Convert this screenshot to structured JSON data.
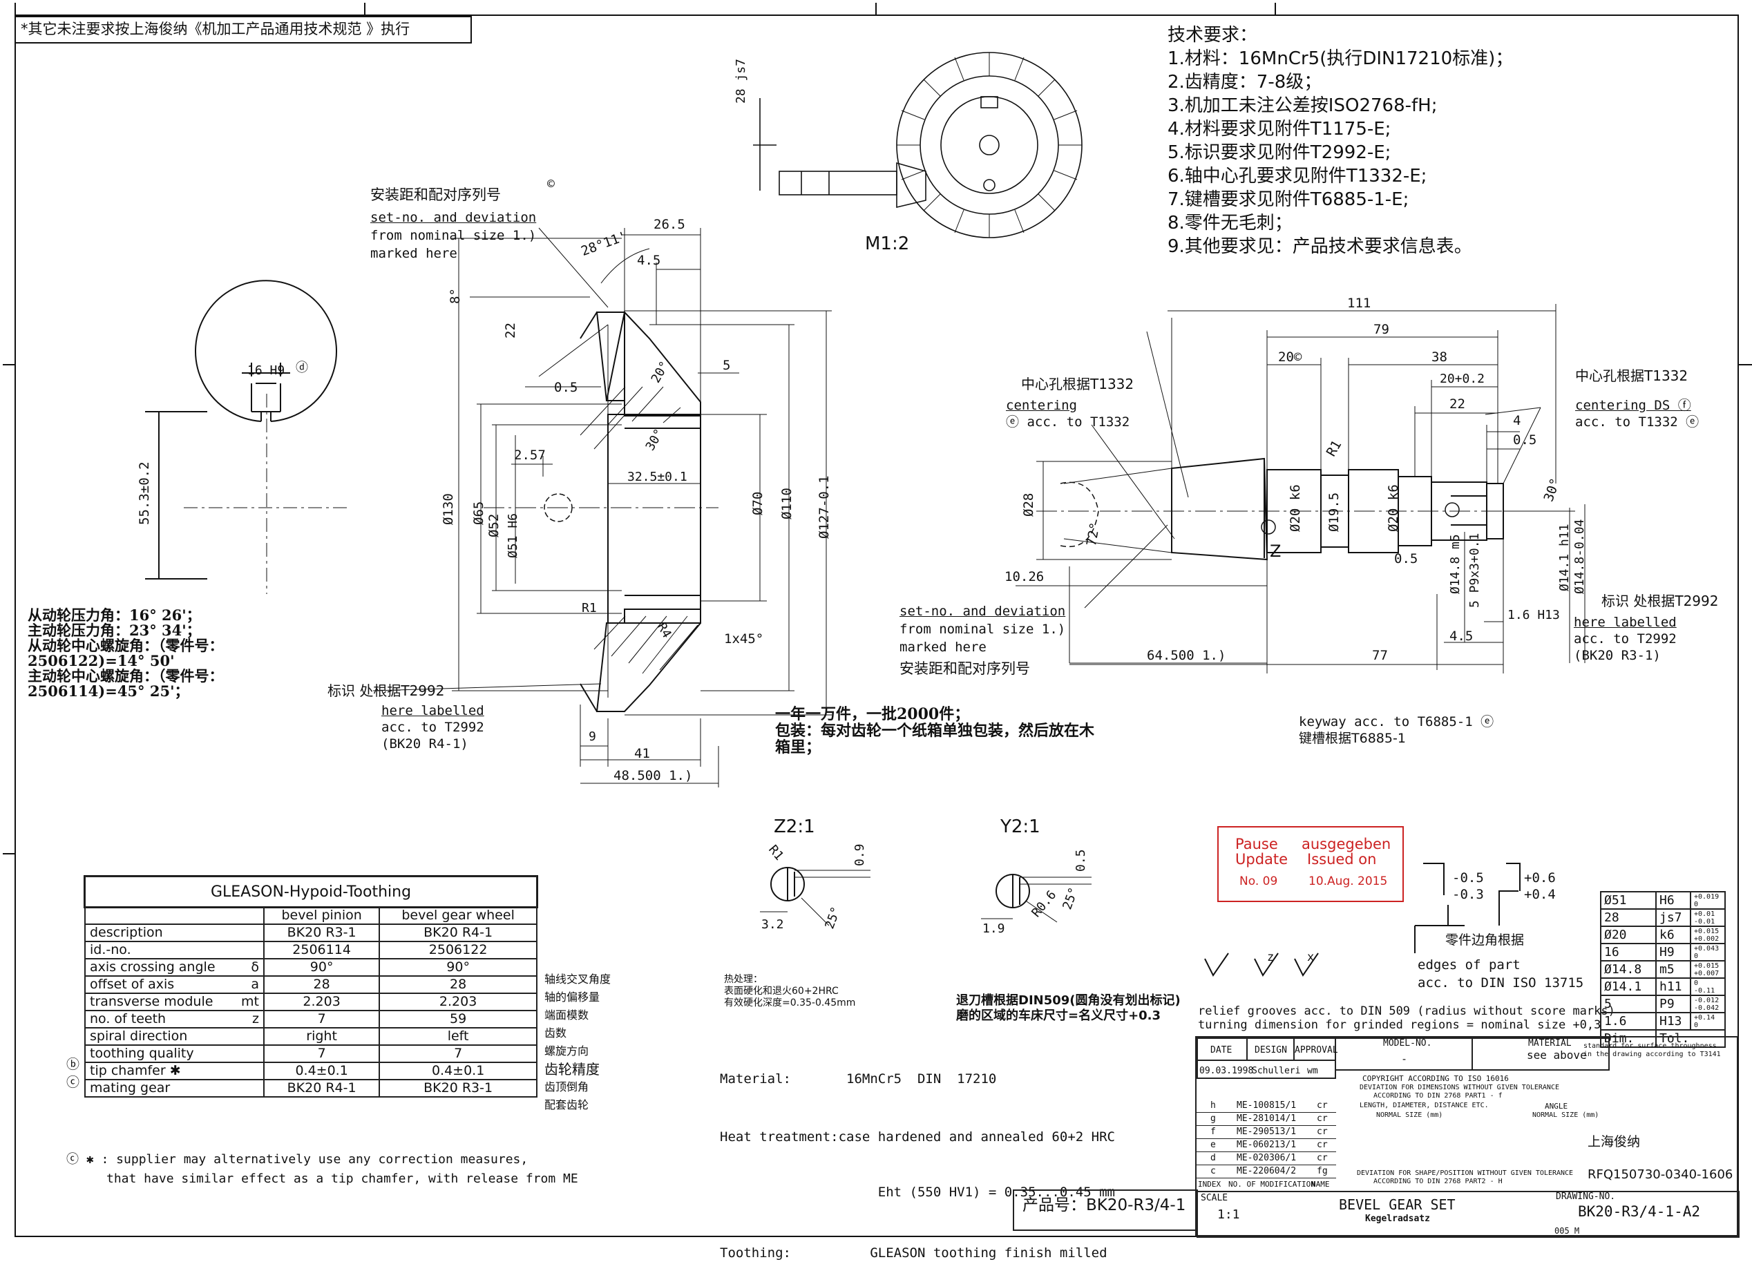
{
  "header_note": "*其它未注要求按上海俊纳《机加工产品通用技术规范 》执行",
  "tech_requirements": {
    "title": "技术要求：",
    "items": [
      "1.材料：16MnCr5(执行DIN17210标准)；",
      "2.齿精度：7-8级；",
      "3.机加工未注公差按ISO2768-fH;",
      "4.材料要求见附件T1175-E;",
      "5.标识要求见附件T2992-E;",
      "6.轴中心孔要求见附件T1332-E;",
      "7.键槽要求见附件T6885-1-E;",
      "8.零件无毛刺；",
      "9.其他要求见：产品技术要求信息表。"
    ]
  },
  "scale_top": "M1:2",
  "dim_28js7": "28 js7",
  "gear_view": {
    "mount_label_cn": "安装距和配对序列号",
    "mount_label_1": "set-no. and deviation",
    "mount_label_2": "from nominal size 1.)",
    "mount_label_3": "marked here",
    "c_mark": "©",
    "mark_label_cn": "标识 处根据T2992",
    "mark_l1": "here labelled",
    "mark_l2": "acc. to T2992",
    "mark_l3": "(BK20 R4-1)",
    "dims": [
      "26.5",
      "4.5",
      "28°11'",
      "8°",
      "22",
      "20°",
      "5",
      "0.5",
      "30°",
      "2.57",
      "32.5±0.1",
      "Ø130",
      "Ø65",
      "Ø52",
      "Ø51 H6",
      "Ø70",
      "Ø110",
      "Ø127-0.1",
      "R1",
      "R4",
      "1x45°",
      "9",
      "41",
      "48.500 1.)"
    ]
  },
  "keyway_view": {
    "dim_width": "16 H9",
    "dim_height": "55.3±0.2",
    "d_mark": "ⓓ"
  },
  "angles_note": [
    "从动轮压力角：16° 26'；",
    "主动轮压力角：23° 34'；",
    "从动轮中心螺旋角：（零件号：",
    "2506122)=14° 50'",
    "主动轮中心螺旋角：（零件号：",
    "2506114)=45° 25'；"
  ],
  "shaft_view": {
    "center_left_cn": "中心孔根据T1332",
    "center_left_1": "centering",
    "center_left_2": "ⓔ acc. to T1332",
    "center_right_cn": "中心孔根据T1332",
    "center_right_1": "centering DS ⓕ",
    "center_right_2": "acc. to T1332 ⓔ",
    "mark_cn": "标识 处根据T2992",
    "mark_1": "here labelled",
    "mark_2": "acc. to T2992",
    "mark_3": "(BK20 R3-1)",
    "setno_1": "set-no. and deviation",
    "setno_2": "from nominal size 1.)",
    "setno_3": "marked here",
    "setno_cn": "安装距和配对序列号",
    "keyway_1": "keyway acc. to T6885-1 ⓔ",
    "keyway_cn": "键槽根据T6885-1",
    "dims": [
      "111",
      "79",
      "20©",
      "38",
      "20+0.2",
      "22",
      "4",
      "0.5",
      "Ø28",
      "Ø20 k6",
      "Ø19.5",
      "Ø20 k6",
      "R1",
      "30°",
      "72°",
      "0.5",
      "Ø14.8 m5",
      "5 P9x3+0.1",
      "1.6 H13",
      "4.5",
      "Ø14.1 h11",
      "Ø14.8-0.04",
      "10.26",
      "64.500 1.)",
      "77",
      "Z"
    ]
  },
  "packing_note": [
    "一年一万件，一批2000件；",
    "包装：每对齿轮一个纸箱单独包装，然后放在木",
    "箱里；"
  ],
  "details": {
    "z_title": "Z2:1",
    "y_title": "Y2:1",
    "z_dims": [
      "R1",
      "0.9",
      "3.2",
      "25°"
    ],
    "y_dims": [
      "0.5",
      "R0.6",
      "25°",
      "1.9"
    ]
  },
  "stamp": {
    "l1": "Pause",
    "l2": "Update",
    "l3": "ausgegeben",
    "l4": "Issued on",
    "no": "No. 09",
    "date": "10.Aug. 2015"
  },
  "edge_note": {
    "a": "-0.5",
    "b": "-0.3",
    "c": "+0.6",
    "d": "+0.4",
    "cn": "零件边角根据",
    "l1": "edges of part",
    "l2": "acc. to DIN ISO 13715"
  },
  "heat_note": {
    "t1": "热处理：",
    "t2": "表面硬化和退火60+2HRC",
    "t3": "有效硬化深度=0.35-0.45mm"
  },
  "grind_note": {
    "cn1": "退刀槽根据DIN509(圆角没有划出标记)",
    "cn2": "磨的区域的车床尺寸=名义尺寸+0.3",
    "en1": "relief grooves acc. to DIN 509 (radius without score marks)",
    "en2": "turning dimension for grinded regions = nominal size +0,3"
  },
  "material_block": {
    "l1": "Material:       16MnCr5  DIN  17210",
    "l2": "Heat treatment:case hardened and annealed 60+2 HRC",
    "l3": "                    Eht (550 HV1) = 0.35...0.45 mm",
    "l4": "Toothing:          GLEASON toothing finish milled"
  },
  "surface_syms": [
    "√/",
    "√/ z",
    "√/ x"
  ],
  "gleason": {
    "title": "GLEASON-Hypoid-Toothing",
    "col1": "bevel pinion",
    "col2": "bevel gear wheel",
    "rows": [
      {
        "label": "description",
        "sym": "",
        "v1": "BK20 R3-1",
        "v2": "BK20 R4-1",
        "cn": "",
        "mark": ""
      },
      {
        "label": "id.-no.",
        "sym": "",
        "v1": "2506114",
        "v2": "2506122",
        "cn": "",
        "mark": ""
      },
      {
        "label": "axis crossing angle",
        "sym": "δ",
        "v1": "90°",
        "v2": "90°",
        "cn": "轴线交叉角度",
        "mark": ""
      },
      {
        "label": "offset of axis",
        "sym": "a",
        "v1": "28",
        "v2": "28",
        "cn": "轴的偏移量",
        "mark": ""
      },
      {
        "label": "transverse module",
        "sym": "mt",
        "v1": "2.203",
        "v2": "2.203",
        "cn": "端面模数",
        "mark": ""
      },
      {
        "label": "no. of teeth",
        "sym": "z",
        "v1": "7",
        "v2": "59",
        "cn": "齿数",
        "mark": ""
      },
      {
        "label": "spiral direction",
        "sym": "",
        "v1": "right",
        "v2": "left",
        "cn": "螺旋方向",
        "mark": ""
      },
      {
        "label": "toothing quality",
        "sym": "",
        "v1": "7",
        "v2": "7",
        "cn": "齿轮精度",
        "mark": "ⓑ"
      },
      {
        "label": "tip chamfer ✱",
        "sym": "",
        "v1": "0.4±0.1",
        "v2": "0.4±0.1",
        "cn": "齿顶倒角",
        "mark": "ⓒ"
      },
      {
        "label": "mating gear",
        "sym": "",
        "v1": "BK20 R4-1",
        "v2": "BK20 R3-1",
        "cn": "配套齿轮",
        "mark": ""
      }
    ]
  },
  "footnote": {
    "l1": "ⓒ ✱ : supplier may alternatively use any correction measures,",
    "l2": "that have similar effect as a tip chamfer, with release from ME"
  },
  "tolerance": {
    "h1": "Dim.",
    "h2": "Tol.",
    "rows": [
      {
        "d": "Ø51",
        "t": "H6",
        "v": "+0.019 0"
      },
      {
        "d": "28",
        "t": "js7",
        "v": "+0.01 -0.01"
      },
      {
        "d": "Ø20",
        "t": "k6",
        "v": "+0.015 +0.002"
      },
      {
        "d": "16",
        "t": "H9",
        "v": "+0.043 0"
      },
      {
        "d": "Ø14.8",
        "t": "m5",
        "v": "+0.015 +0.007"
      },
      {
        "d": "Ø14.1",
        "t": "h11",
        "v": "0 -0.11"
      },
      {
        "d": "5",
        "t": "P9",
        "v": "-0.012 -0.042"
      },
      {
        "d": "1.6",
        "t": "H13",
        "v": "+0.14 0"
      }
    ]
  },
  "title_block": {
    "product_label": "产品号：BK20-R3/4-1",
    "date_h": "DATE",
    "design_h": "DESIGN",
    "approval_h": "APPROVAL",
    "model_h": "MODEL-NO.",
    "material_h": "MATERIAL",
    "date": "09.03.1998",
    "design": "Schulleri",
    "approval": "wm",
    "model": "-",
    "material": "see above",
    "revisions": [
      {
        "idx": "h",
        "no": "ME-100815/1",
        "name": "cr"
      },
      {
        "idx": "g",
        "no": "ME-281014/1",
        "name": "cr"
      },
      {
        "idx": "f",
        "no": "ME-290513/1",
        "name": "cr"
      },
      {
        "idx": "e",
        "no": "ME-060213/1",
        "name": "cr"
      },
      {
        "idx": "d",
        "no": "ME-020306/1",
        "name": "cr"
      },
      {
        "idx": "c",
        "no": "ME-220604/2",
        "name": "fg"
      }
    ],
    "index_h": "INDEX",
    "mod_h": "NO. OF MODIFICATION",
    "name_h": "NAME",
    "copyright": "COPYRIGHT ACCORDING TO ISO 16016",
    "dev1": "DEVIATION FOR DIMENSIONS WITHOUT GIVEN TOLERANCE",
    "dev2": "ACCORDING TO DIN 2768 PART1 - f",
    "dev3": "LENGTH, DIAMETER, DISTANCE ETC.",
    "angle": "ANGLE",
    "normal1": "NORMAL SIZE (mm)",
    "normal2": "NORMAL SIZE (mm)",
    "shape1": "DEVIATION FOR SHAPE/POSITION WITHOUT GIVEN TOLERANCE",
    "shape2": "ACCORDING TO DIN 2768 PART2 - H",
    "scale_h": "SCALE",
    "scale": "1:1",
    "title": "BEVEL GEAR SET",
    "subtitle": "Kegelradsatz",
    "drawing_h": "DRAWING-NO.",
    "drawing": "BK20-R3/4-1-A2",
    "company": "上海俊纳",
    "rfq": "RFQ150730-0340-1606",
    "surface_std1": "standard for surface throughness",
    "surface_std2": "in the drawing according to T3141",
    "sheet": "005_M"
  }
}
